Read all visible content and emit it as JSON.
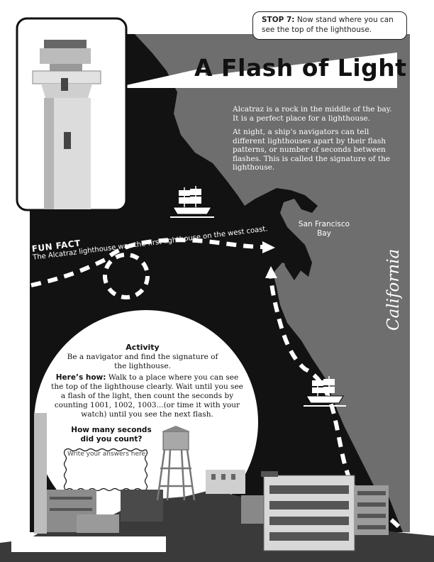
{
  "stop": {
    "label": "STOP 7:",
    "text": "Now stand where you can see the top of the lighthouse."
  },
  "title": "A Flash of Light",
  "intro": {
    "p1": "Alcatraz is a rock in the middle of the bay. It is a perfect place for a lighthouse.",
    "p2": "At night, a ship’s navigators can tell different lighthouses apart by their flash patterns, or number of seconds between flashes. This is called the signature of the lighthouse."
  },
  "map_labels": {
    "bay_line1": "San Francisco",
    "bay_line2": "Bay",
    "state": "California"
  },
  "fun_fact": {
    "heading": "FUN FACT",
    "text": "The Alcatraz lighthouse was the first lighthouse on the west coast."
  },
  "activity": {
    "heading": "Activity",
    "subtitle": "Be a navigator and find the signature of the lighthouse.",
    "howto_label": "Here’s how:",
    "howto_text": "Walk to a place where you can see the top of the lighthouse clearly. Wait until you see a flash of the light, then count the seconds by counting 1001, 1002, 1003...(or time it with your watch) until you see the next flash.",
    "question": "How many seconds did you count?",
    "answer_placeholder": "Write your answers here."
  },
  "colors": {
    "land": "#6e6e6e",
    "water": "#121212",
    "ink": "#111111",
    "paper": "#ffffff"
  },
  "icons": [
    "lighthouse-photo",
    "sailing-ship-icon",
    "water-tower-photo",
    "cellhouse-photo"
  ]
}
